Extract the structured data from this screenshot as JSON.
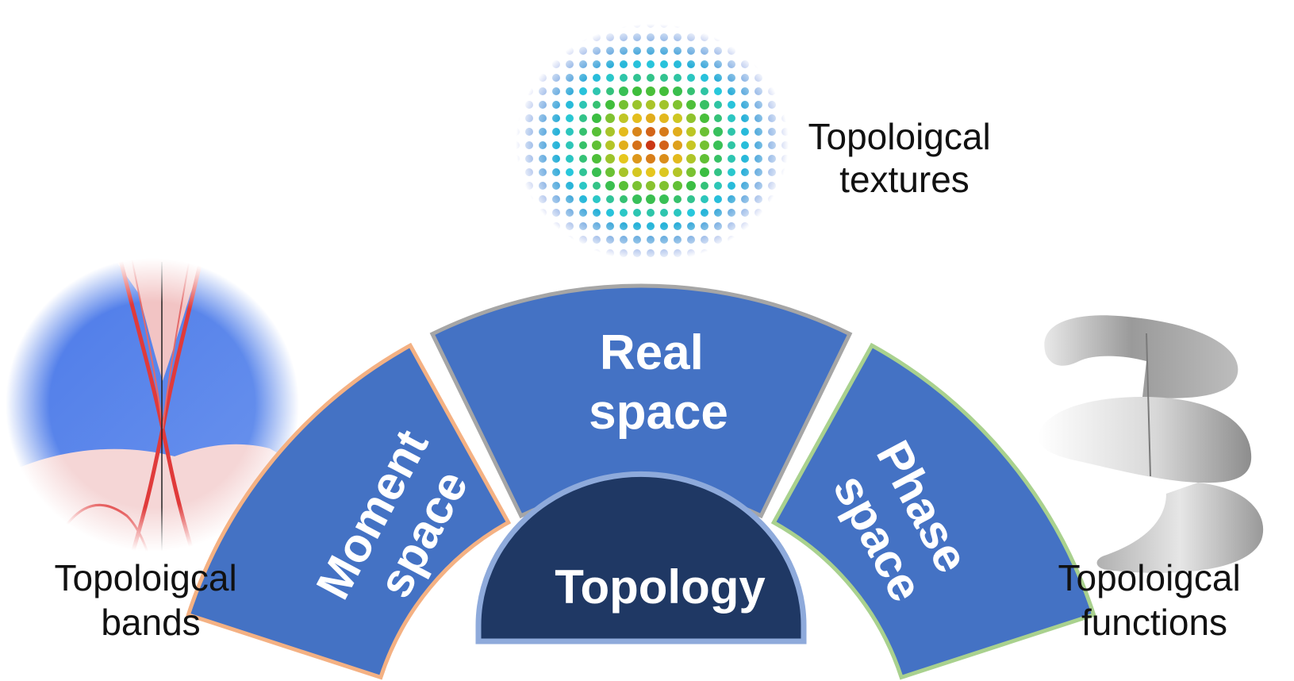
{
  "center": {
    "label": "Topology"
  },
  "sectors": {
    "real": {
      "line1": "Real",
      "line2": "space"
    },
    "moment": {
      "line1": "Moment",
      "line2": "space"
    },
    "phase": {
      "line1": "Phase",
      "line2": "space"
    }
  },
  "images": {
    "textures": {
      "line1": "Topoloigcal",
      "line2": "textures"
    },
    "bands": {
      "line1": "Topoloigcal",
      "line2": "bands"
    },
    "functions": {
      "line1": "Topoloigcal",
      "line2": "functions"
    }
  },
  "colors": {
    "sector_fill": "#4472c4",
    "center_fill": "#1f3864",
    "center_border": "#8eaadb",
    "real_border": "#a6a6a6",
    "moment_border": "#f4b183",
    "phase_border": "#a9d18e",
    "band_red": "#e03a3a",
    "band_blue": "#3a6ae0"
  }
}
